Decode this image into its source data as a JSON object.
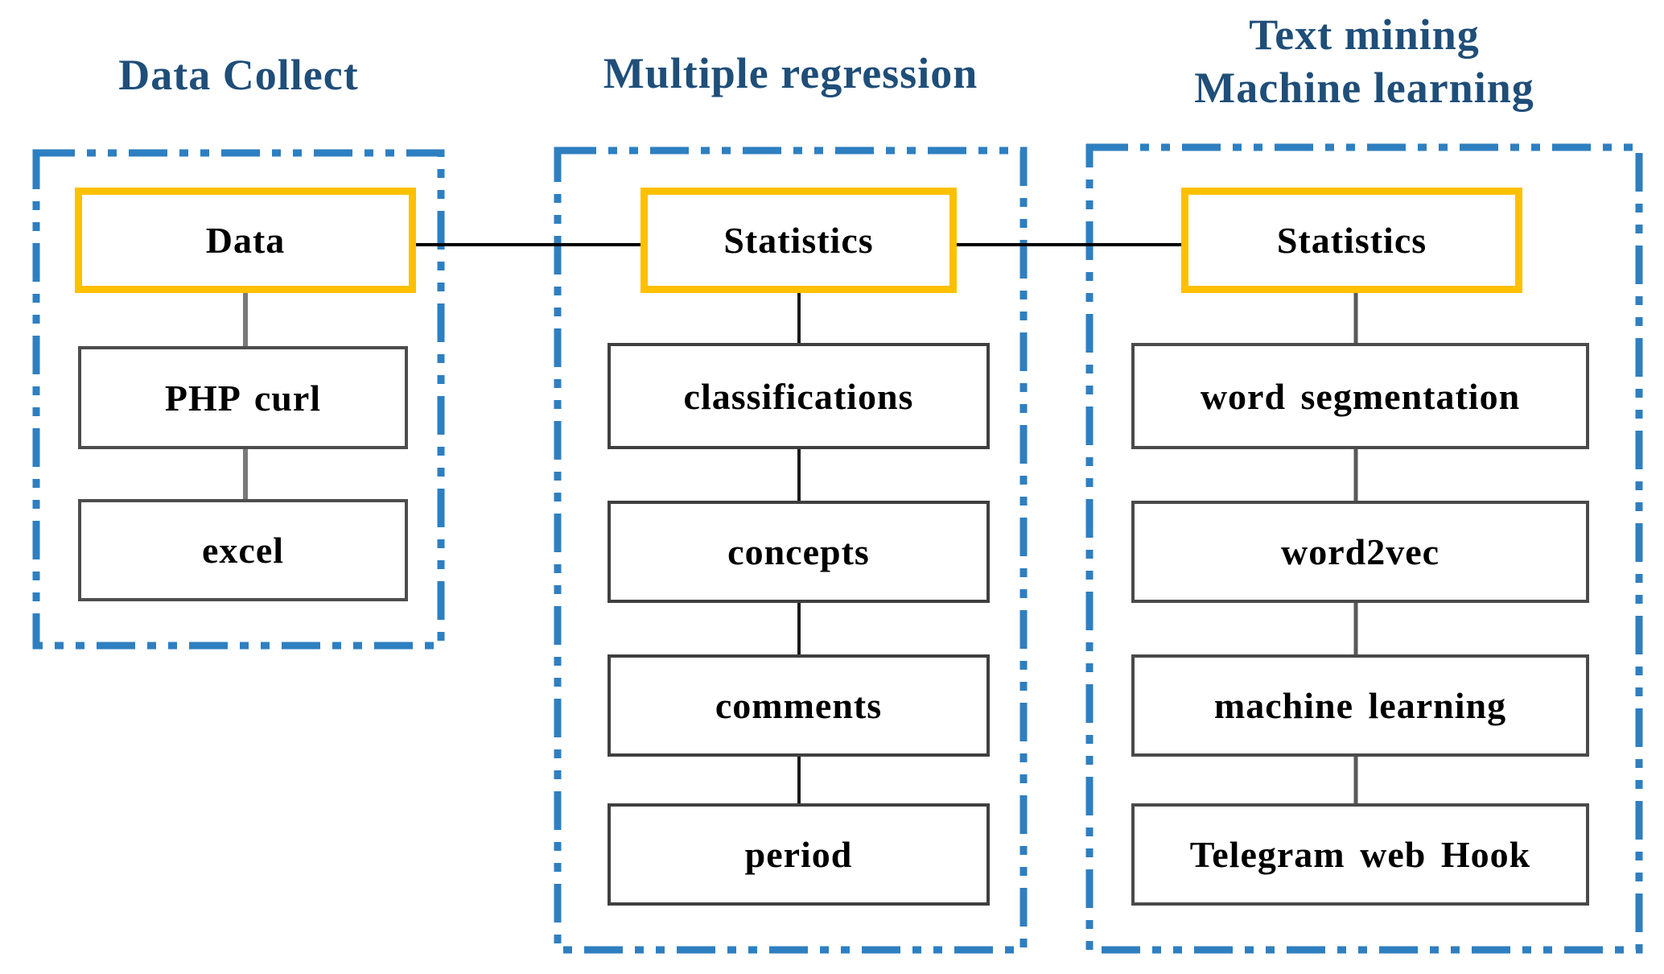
{
  "figure": {
    "type": "flow-diagram",
    "columns": [
      {
        "title_lines": [
          "Data Collect"
        ],
        "header": "Data",
        "steps": [
          "PHP curl",
          "excel"
        ]
      },
      {
        "title_lines": [
          "Multiple regression"
        ],
        "header": "Statistics",
        "steps": [
          "classifications",
          "concepts",
          "comments",
          "period"
        ]
      },
      {
        "title_lines": [
          "Text mining",
          "Machine learning"
        ],
        "header": "Statistics",
        "steps": [
          "word segmentation",
          "word2vec",
          "machine learning",
          "Telegram web Hook"
        ]
      }
    ],
    "colors": {
      "column_dashed_border": "#2E7FC1",
      "column_title_text": "#1F4E79",
      "header_box_border": "#FFC000",
      "step_box_border": "#3F3F3F",
      "horizontal_connector": "#000000",
      "vertical_connector_col1": "#7A7A7A",
      "vertical_connector_col2": "#1A1A1A",
      "vertical_connector_col3": "#595959",
      "label_text": "#000000",
      "background": "#FFFFFF"
    }
  }
}
